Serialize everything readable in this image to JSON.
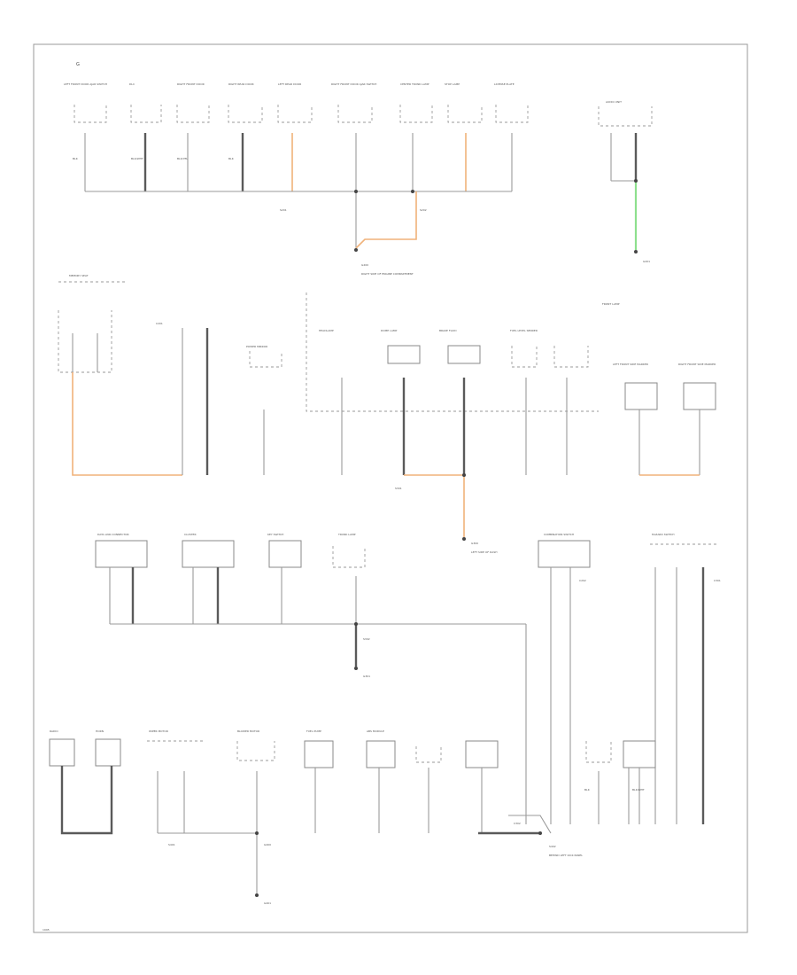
{
  "diagram": {
    "page_marker": "G",
    "corner_label": "1995",
    "components": [
      "LEFT FRONT DOOR AJAR SWITCH",
      "DLC",
      "RIGHT FRONT DOOR",
      "RIGHT REAR DOOR",
      "LEFT REAR DOOR",
      "RIGHT FRONT DOOR AJAR SWITCH",
      "CENTER TRUNK LAMP",
      "STOP LAMP",
      "LICENSE PLATE",
      "AUDIO UNIT",
      "LEFT FRONT SIDE MARKER",
      "RIGHT FRONT SIDE MARKER",
      "FRONT LAMP",
      "HEADLAMP",
      "DOME LAMP",
      "BRAKE FLUID",
      "FUEL LEVEL SENDER",
      "MEMORY SEAT",
      "POWER MIRROR",
      "DATA LINK CONNECTOR",
      "CLUSTER",
      "KEY SWITCH",
      "TRUNK LAMP",
      "COMBINATION SWITCH",
      "HAZARD SWITCH",
      "RADIO",
      "HORN",
      "WIPER MOTOR",
      "BLOWER MOTOR",
      "FUEL PUMP",
      "ABS MODULE"
    ],
    "wire_labels": [
      "BLK",
      "BLK/WHT",
      "BLK/YEL",
      "BLK",
      "BLK/WHT",
      "BLK"
    ],
    "splices": [
      "S201",
      "S202",
      "S301",
      "S302",
      "S401",
      "S402"
    ],
    "grounds": [
      "G200",
      "G201",
      "G300",
      "G301",
      "G400",
      "G401"
    ],
    "connectors": [
      "C201",
      "C202",
      "C301",
      "C302"
    ],
    "notes": [
      "RIGHT SIDE OF ENGINE COMPARTMENT",
      "LEFT SIDE OF DASH",
      "BEHIND LEFT KICK PANEL"
    ]
  }
}
